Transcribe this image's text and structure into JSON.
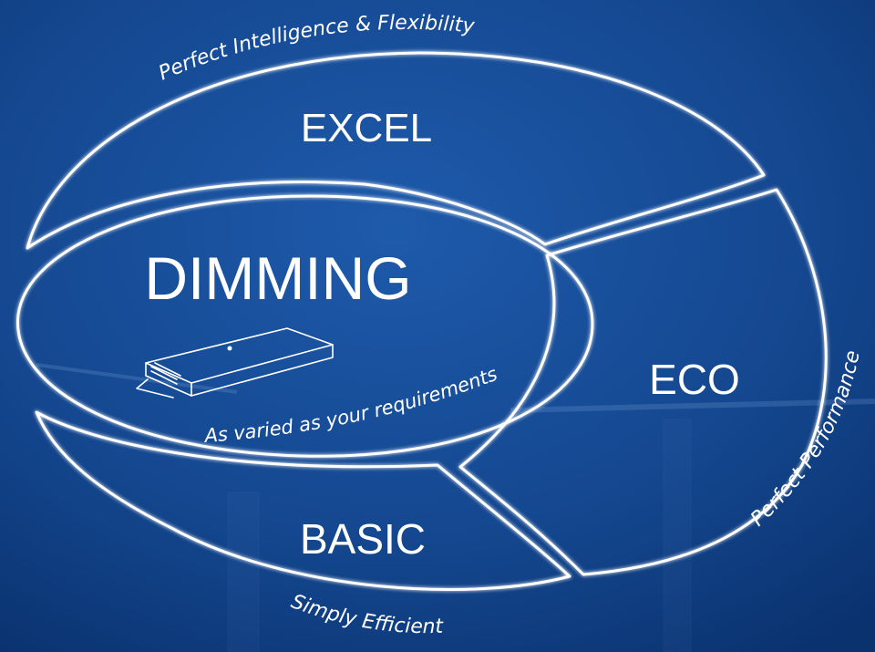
{
  "regions": {
    "excel": "EXCEL",
    "dimming": "DIMMING",
    "eco": "ECO",
    "basic": "BASIC"
  },
  "taglines": {
    "top": "Perfect Intelligence & Flexibility",
    "right": "Perfect Performance",
    "bottom": "Simply Efficient",
    "dimming": "As varied as your requirements"
  },
  "device_icon": "ballast-device-icon",
  "colors": {
    "background": "#0d3a82",
    "background_light": "#1e5aab",
    "line": "#ffffff"
  }
}
